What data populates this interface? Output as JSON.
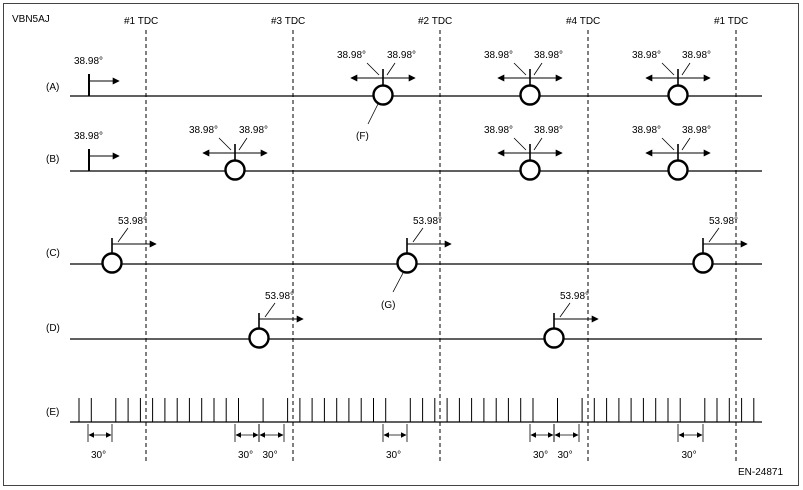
{
  "diagram_id": "VBN5AJ",
  "reference_code": "EN-24871",
  "tdc_labels": [
    "#1 TDC",
    "#3 TDC",
    "#2 TDC",
    "#4 TDC",
    "#1 TDC"
  ],
  "rows": [
    {
      "label": "(A)"
    },
    {
      "label": "(B)"
    },
    {
      "label": "(C)"
    },
    {
      "label": "(D)"
    },
    {
      "label": "(E)"
    }
  ],
  "callouts": {
    "F": "(F)",
    "G": "(G)"
  },
  "angles": {
    "small": "38.98°",
    "large": "53.98°",
    "tooth_gap": "30°"
  }
}
